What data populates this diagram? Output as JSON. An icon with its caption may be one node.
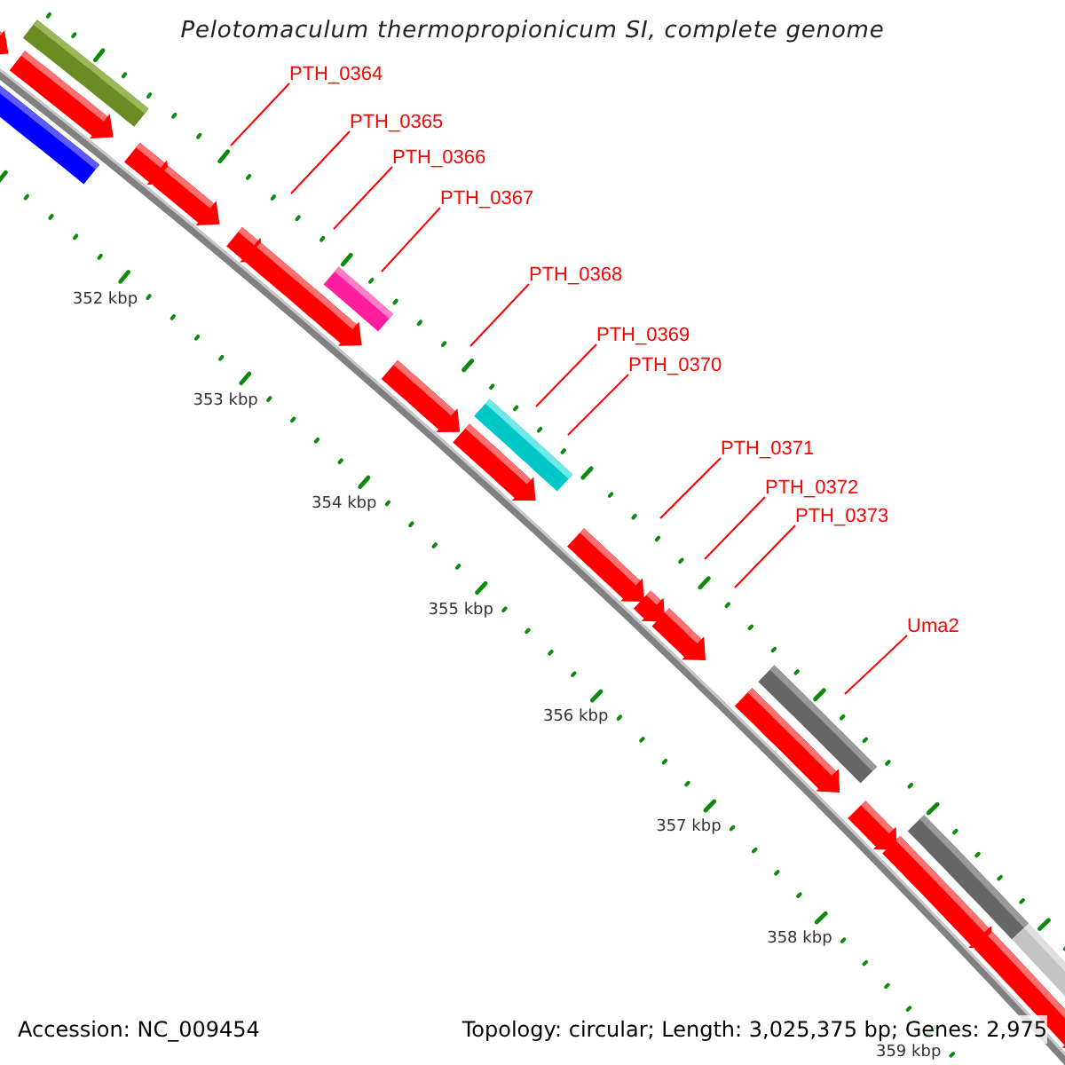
{
  "diagram": {
    "title": "Pelotomaculum thermopropionicum SI, complete genome",
    "nodes": [
      {
        "text": [
          "PTH_0364"
        ]
      },
      {
        "text": [
          "PTH_0365"
        ]
      },
      {
        "text": [
          "PTH_0366"
        ]
      },
      {
        "text": [
          "PTH_0367"
        ]
      },
      {
        "text": [
          "PTH_0368"
        ]
      },
      {
        "text": [
          "PTH_0369"
        ]
      },
      {
        "text": [
          "PTH_0370"
        ]
      },
      {
        "text": [
          "PTH_0371"
        ]
      },
      {
        "text": [
          "PTH_0372"
        ]
      },
      {
        "text": [
          "PTH_0373"
        ]
      },
      {
        "text": [
          "Uma2"
        ]
      }
    ],
    "edges": [
      {
        "from": 0,
        "to": null,
        "arrow": "none"
      },
      {
        "from": 1,
        "to": null,
        "arrow": "none"
      },
      {
        "from": 2,
        "to": null,
        "arrow": "none"
      },
      {
        "from": 3,
        "to": null,
        "arrow": "none"
      },
      {
        "from": 4,
        "to": null,
        "arrow": "none"
      },
      {
        "from": 5,
        "to": null,
        "arrow": "none"
      },
      {
        "from": 6,
        "to": null,
        "arrow": "none"
      },
      {
        "from": 7,
        "to": null,
        "arrow": "none"
      },
      {
        "from": 8,
        "to": null,
        "arrow": "none"
      },
      {
        "from": 9,
        "to": null,
        "arrow": "none"
      },
      {
        "from": 10,
        "to": null,
        "arrow": "none"
      }
    ],
    "labels": [
      "352 kbp",
      "353 kbp",
      "354 kbp",
      "355 kbp",
      "356 kbp",
      "357 kbp",
      "358 kbp",
      "359 kbp",
      "Accession: NC_009454",
      "Topology: circular; Length: 3,025,375 bp; Genes: 2,975"
    ]
  }
}
